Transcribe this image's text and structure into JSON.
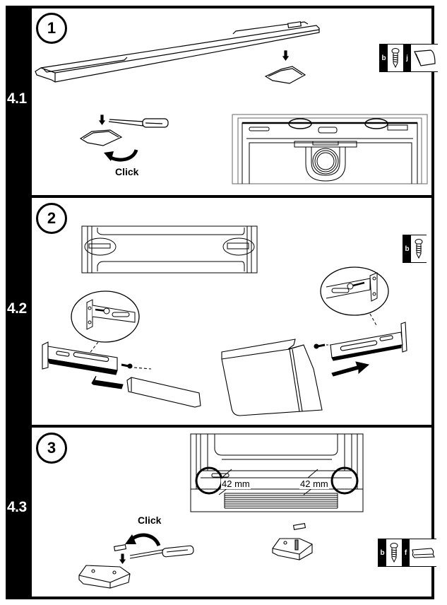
{
  "sections": [
    {
      "label": "4.1",
      "step": "1",
      "click_label": "Click",
      "parts": [
        {
          "tag": "b",
          "icon": "screw-icon"
        },
        {
          "tag": "j",
          "icon": "cover-plate-icon"
        }
      ]
    },
    {
      "label": "4.2",
      "step": "2",
      "parts": [
        {
          "tag": "b",
          "icon": "screw-icon"
        }
      ]
    },
    {
      "label": "4.3",
      "step": "3",
      "click_label": "Click",
      "measurements": [
        "42 mm",
        "42 mm"
      ],
      "parts": [
        {
          "tag": "b",
          "icon": "screw-icon"
        },
        {
          "tag": "f",
          "icon": "cover-cap-icon"
        }
      ]
    }
  ]
}
